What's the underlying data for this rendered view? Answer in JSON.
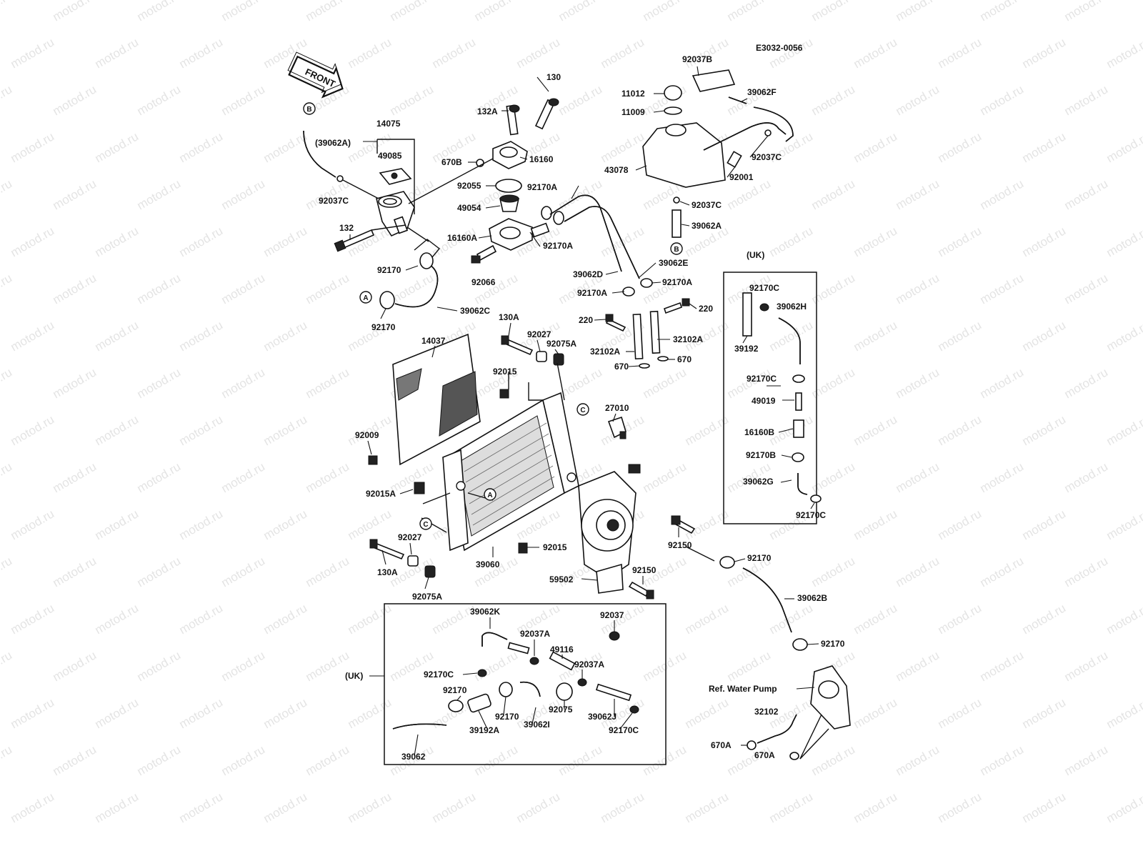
{
  "diagram_code": "E3032-0056",
  "front_label": "FRONT",
  "watermark_text": "motod.ru",
  "callouts": {
    "a": "A",
    "b": "B",
    "c": "C"
  },
  "uk_label": "(UK)",
  "ref_water_pump": "Ref. Water Pump",
  "labels": {
    "p130": "130",
    "p132A": "132A",
    "p14075": "14075",
    "p39062A_paren": "(39062A)",
    "p49085": "49085",
    "p670B": "670B",
    "p16160": "16160",
    "p92037C_a": "92037C",
    "p92055": "92055",
    "p92170A_a": "92170A",
    "p49054": "49054",
    "p132": "132",
    "p16160A": "16160A",
    "p92170A_b": "92170A",
    "p92170_a": "92170",
    "p92066": "92066",
    "p39062D": "39062D",
    "p39062E": "39062E",
    "p92170A_c": "92170A",
    "p92170A_d": "92170A",
    "p39062C": "39062C",
    "p92170_b": "92170",
    "p130A_a": "130A",
    "p92027_a": "92027",
    "p92075A_a": "92075A",
    "p14037": "14037",
    "p220_a": "220",
    "p220_b": "220",
    "p32102A_a": "32102A",
    "p32102A_b": "32102A",
    "p670_a": "670",
    "p670_b": "670",
    "p92015_a": "92015",
    "p27010": "27010",
    "p92009": "92009",
    "p92015A": "92015A",
    "p92027_b": "92027",
    "p130A_b": "130A",
    "p92075A_b": "92075A",
    "p39060": "39060",
    "p92015_b": "92015",
    "p59502": "59502",
    "p92150_a": "92150",
    "p92150_b": "92150",
    "p92037B": "92037B",
    "p11012": "11012",
    "p39062F": "39062F",
    "p11009": "11009",
    "p92037C_b": "92037C",
    "p43078": "43078",
    "p92001": "92001",
    "p92037C_c": "92037C",
    "p39062A": "39062A",
    "uk1_92170C_a": "92170C",
    "uk1_39062H": "39062H",
    "uk1_39192": "39192",
    "uk1_92170C_b": "92170C",
    "uk1_49019": "49019",
    "uk1_16160B": "16160B",
    "uk1_92170B": "92170B",
    "uk1_39062G": "39062G",
    "uk1_92170C_c": "92170C",
    "p92170_c": "92170",
    "p39062B": "39062B",
    "p92170_d": "92170",
    "p32102": "32102",
    "p670A_a": "670A",
    "p670A_b": "670A",
    "uk2_39062K": "39062K",
    "uk2_92037": "92037",
    "uk2_92037A_a": "92037A",
    "uk2_49116": "49116",
    "uk2_92037A_b": "92037A",
    "uk2_92170C_a": "92170C",
    "uk2_92170_a": "92170",
    "uk2_92170_b": "92170",
    "uk2_92075": "92075",
    "uk2_39062J": "39062J",
    "uk2_39192A": "39192A",
    "uk2_39062I": "39062I",
    "uk2_92170C_b": "92170C",
    "uk2_39062": "39062"
  }
}
